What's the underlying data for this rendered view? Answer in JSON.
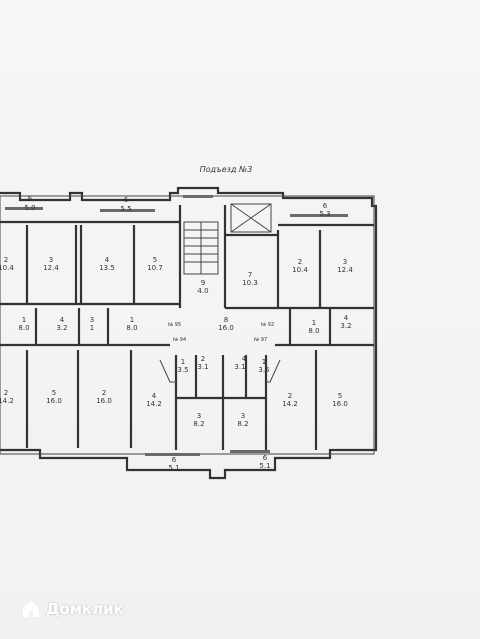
{
  "plan": {
    "title": "Подъезд №3",
    "apartment_numbers": [
      "№ 95",
      "№ 94",
      "№ 92",
      "№ 97"
    ],
    "rooms": [
      {
        "id": "top-left-balcony-l",
        "num": "6",
        "area": "5.0"
      },
      {
        "id": "top-left-balcony-r",
        "num": "6",
        "area": "5.5"
      },
      {
        "id": "top-right-balcony",
        "num": "6",
        "area": "5.3"
      },
      {
        "id": "ul-room-2",
        "num": "2",
        "area": "10.4"
      },
      {
        "id": "ul-room-3",
        "num": "3",
        "area": "12.4"
      },
      {
        "id": "ul-room-4",
        "num": "4",
        "area": "13.5"
      },
      {
        "id": "ul-room-5",
        "num": "5",
        "area": "10.7"
      },
      {
        "id": "landing-9",
        "num": "9",
        "area": "4.0"
      },
      {
        "id": "lift-7",
        "num": "7",
        "area": "10.3"
      },
      {
        "id": "ur-room-2",
        "num": "2",
        "area": "10.4"
      },
      {
        "id": "ur-room-3",
        "num": "3",
        "area": "12.4"
      },
      {
        "id": "ml-hall-1",
        "num": "1",
        "area": "8.0"
      },
      {
        "id": "ml-bath-4",
        "num": "4",
        "area": "3.2"
      },
      {
        "id": "ml-bath-3",
        "num": "3",
        "area": "1"
      },
      {
        "id": "ml-hall-1b",
        "num": "1",
        "area": "8.0"
      },
      {
        "id": "corridor-8",
        "num": "8",
        "area": "16.0"
      },
      {
        "id": "mr-hall-1",
        "num": "1",
        "area": "8.0"
      },
      {
        "id": "mr-bath-4",
        "num": "4",
        "area": "3.2"
      },
      {
        "id": "ll-room-2",
        "num": "2",
        "area": "14.2"
      },
      {
        "id": "ll-room-5",
        "num": "5",
        "area": "16.0"
      },
      {
        "id": "ll-room-2b",
        "num": "2",
        "area": "16.0"
      },
      {
        "id": "ll-room-4",
        "num": "4",
        "area": "14.2"
      },
      {
        "id": "lc-hall-1",
        "num": "1",
        "area": "3.5"
      },
      {
        "id": "lc-wc-2",
        "num": "2",
        "area": "3.1"
      },
      {
        "id": "lc-room-3",
        "num": "3",
        "area": "8.2"
      },
      {
        "id": "rc-wc-2",
        "num": "4",
        "area": "3.1"
      },
      {
        "id": "rc-hall-1",
        "num": "1",
        "area": "3.5"
      },
      {
        "id": "rc-room-3",
        "num": "3",
        "area": "8.2"
      },
      {
        "id": "lr-room-2",
        "num": "2",
        "area": "14.2"
      },
      {
        "id": "lr-room-5",
        "num": "5",
        "area": "16.0"
      },
      {
        "id": "bottom-balcony-l",
        "num": "6",
        "area": "5.1"
      },
      {
        "id": "bottom-balcony-r",
        "num": "6",
        "area": "5.1"
      }
    ]
  },
  "watermark": {
    "text": "Домклик",
    "icon": "domclick-logo-icon"
  }
}
